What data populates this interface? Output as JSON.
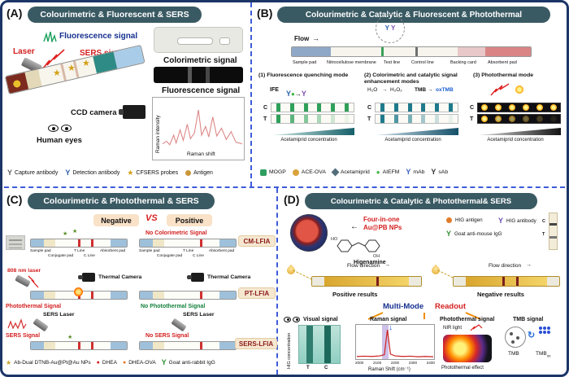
{
  "figure": {
    "border_color": "#1b3566",
    "divider_color": "#3f5bd9",
    "banner_color": "#3a5a63"
  },
  "shared": {
    "c": "C",
    "t": "T"
  },
  "panels": {
    "a": {
      "tag": "(A)",
      "title": "Colourimetric & Fluorescent & SERS",
      "laser": "Laser",
      "fluorescence": "Fluorescence signal",
      "sers": "SERS signal",
      "ccd": "CCD camera",
      "eyes": "Human eyes",
      "colorimetric": "Colorimetric signal",
      "fluorescence2": "Fluorescence signal",
      "raman_y": "Raman intensity",
      "raman_x": "Raman shift",
      "spectrum": [
        [
          0,
          0.1
        ],
        [
          5,
          0.16
        ],
        [
          9,
          0.08
        ],
        [
          14,
          0.3
        ],
        [
          17,
          0.12
        ],
        [
          22,
          0.42
        ],
        [
          26,
          0.18
        ],
        [
          31,
          0.55
        ],
        [
          35,
          0.22
        ],
        [
          40,
          0.35
        ],
        [
          45,
          0.88
        ],
        [
          49,
          0.3
        ],
        [
          54,
          0.5
        ],
        [
          58,
          0.26
        ],
        [
          63,
          0.72
        ],
        [
          68,
          0.28
        ],
        [
          74,
          0.46
        ],
        [
          80,
          0.2
        ],
        [
          86,
          0.38
        ],
        [
          92,
          0.14
        ],
        [
          100,
          0.1
        ]
      ],
      "legend": [
        "Capture antibody",
        "Detection antibody",
        "CFSERS probes",
        "Antigen"
      ]
    },
    "b": {
      "tag": "(B)",
      "title": "Colourimetric & Catalytic & Fluorescent & Photothermal",
      "flow": "Flow",
      "strip_labels": [
        "Sample pad",
        "Nitrocellulose membrane",
        "Test line",
        "Control line",
        "Backing card",
        "Absorbent pad"
      ],
      "mode1": {
        "title": "(1) Fluorescence quenching mode",
        "ife": "IFE",
        "conc": "Acetamiprid concentration"
      },
      "mode2": {
        "title": "(2) Colorimetric and catalytic signal enhancement modes",
        "h2o": "H₂O",
        "h2o2": "H₂O₂",
        "tmb": "TMB",
        "oxtmb": "oxTMB",
        "conc": "Acetamiprid concentration"
      },
      "mode3": {
        "title": "(3) Photothermal mode",
        "conc": "Acetamiprid concentration"
      },
      "legend": [
        "MOGP",
        "ACE-OVA",
        "Acetamiprid",
        "AIEFM",
        "mAb",
        "sAb"
      ]
    },
    "c": {
      "tag": "(C)",
      "title": "Colourimetric & Photothermal & SERS",
      "negative": "Negative",
      "vs": "VS",
      "positive": "Positive",
      "strip_labels": [
        "Sample pad",
        "Conjugate pad",
        "T Line",
        "C Line",
        "Absorbent pad"
      ],
      "row1": {
        "name": "CM-LFIA",
        "neg_note": "No Colorimetric Signal"
      },
      "row2": {
        "name": "PT-LFIA",
        "laser": "808 nm laser",
        "camera": "Thermal Camera",
        "pos_note": "Photothermal Signal",
        "neg_note": "No Photothermal Signal"
      },
      "row3": {
        "name": "SERS-LFIA",
        "laser": "SERS Laser",
        "pos_note": "SERS Signal",
        "neg_note": "No SERS Signal"
      },
      "legend": [
        "Ab-Dual DTNB-Au@Pt@Au NPs",
        "DHEA",
        "DHEA-OVA",
        "Goat anti-rabbit IgG"
      ]
    },
    "d": {
      "tag": "(D)",
      "title": "Colourimetric & Catalytic & Photothermal& SERS",
      "nps1": "Four-in-one",
      "nps2": "Au@PB NPs",
      "ho": "HO",
      "oh": "OH",
      "higenamine": "Higenamine",
      "legend": [
        "HIG antigen",
        "HIG antibody",
        "Goat anti-mouse IgG"
      ],
      "flow": "Flow direction",
      "positive": "Positive results",
      "negative": "Negative results",
      "multimode": "Multi-Mode",
      "readout": "Readout",
      "visual": {
        "title": "Visual signal",
        "ylabel": "HIG concentration"
      },
      "raman": {
        "title": "Raman signal",
        "xlabel": "Raman Shift (cm⁻¹)",
        "ticks": [
          "2000",
          "2100",
          "2200",
          "2300",
          "2400"
        ],
        "spectrum": [
          [
            0,
            0.06
          ],
          [
            10,
            0.07
          ],
          [
            20,
            0.06
          ],
          [
            30,
            0.08
          ],
          [
            36,
            0.12
          ],
          [
            40,
            0.95
          ],
          [
            44,
            0.14
          ],
          [
            50,
            0.08
          ],
          [
            60,
            0.06
          ],
          [
            70,
            0.07
          ],
          [
            80,
            0.05
          ],
          [
            90,
            0.06
          ],
          [
            100,
            0.05
          ]
        ]
      },
      "photothermal": {
        "title": "Photothermal signal",
        "nir": "NIR light",
        "effect": "Photothermal effect"
      },
      "tmb": {
        "title": "TMB signal",
        "tmb": "TMB",
        "tmb2": "TMB",
        "ox": "ox"
      }
    }
  }
}
